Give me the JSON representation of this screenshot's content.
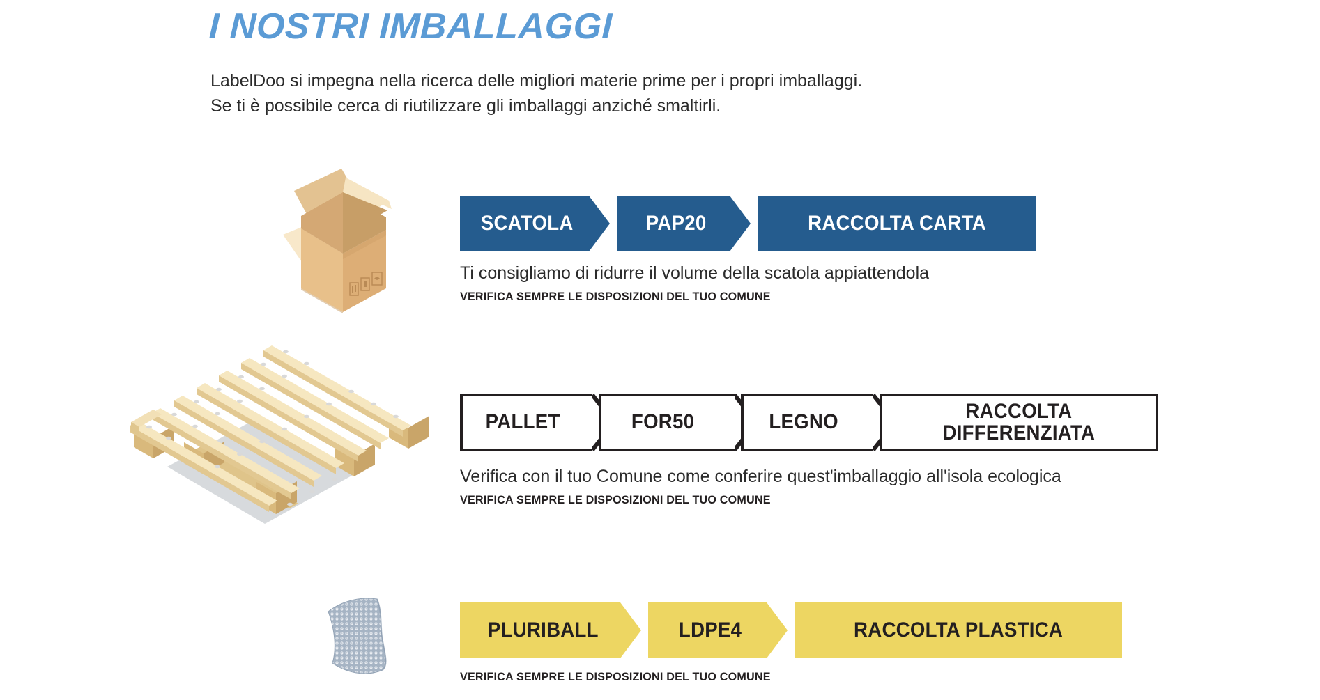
{
  "header": {
    "title": "I NOSTRI IMBALLAGGI",
    "title_color": "#5B9BD5",
    "intro_line1": "LabelDoo si impegna nella ricerca delle migliori materie prime per i propri imballaggi.",
    "intro_line2": "Se ti è possibile cerca di riutilizzare gli imballaggi anziché smaltirli."
  },
  "rows": [
    {
      "id": "scatola",
      "illustration": "cardboard-box-icon",
      "banner": {
        "style": "filled",
        "fill_color": "#255C8E",
        "text_color": "#FFFFFF",
        "segments": [
          "SCATOLA",
          "PAP20",
          "RACCOLTA CARTA"
        ]
      },
      "caption": "Ti consigliamo di ridurre il volume della scatola appiattendola",
      "note": "VERIFICA SEMPRE LE DISPOSIZIONI DEL TUO COMUNE"
    },
    {
      "id": "pallet",
      "illustration": "wooden-pallet-icon",
      "banner": {
        "style": "outlined",
        "fill_color": "#FFFFFF",
        "text_color": "#231F20",
        "segments": [
          "PALLET",
          "FOR50",
          "LEGNO",
          "RACCOLTA\nDIFFERENZIATA"
        ]
      },
      "caption": "Verifica con il tuo Comune come conferire quest'imballaggio all'isola ecologica",
      "note": "VERIFICA SEMPRE LE DISPOSIZIONI DEL TUO COMUNE"
    },
    {
      "id": "pluriball",
      "illustration": "bubble-wrap-icon",
      "banner": {
        "style": "filled",
        "fill_color": "#EDD662",
        "text_color": "#231F20",
        "segments": [
          "PLURIBALL",
          "LDPE4",
          "RACCOLTA PLASTICA"
        ]
      },
      "caption": "",
      "note": "VERIFICA SEMPRE LE DISPOSIZIONI DEL TUO COMUNE"
    }
  ]
}
